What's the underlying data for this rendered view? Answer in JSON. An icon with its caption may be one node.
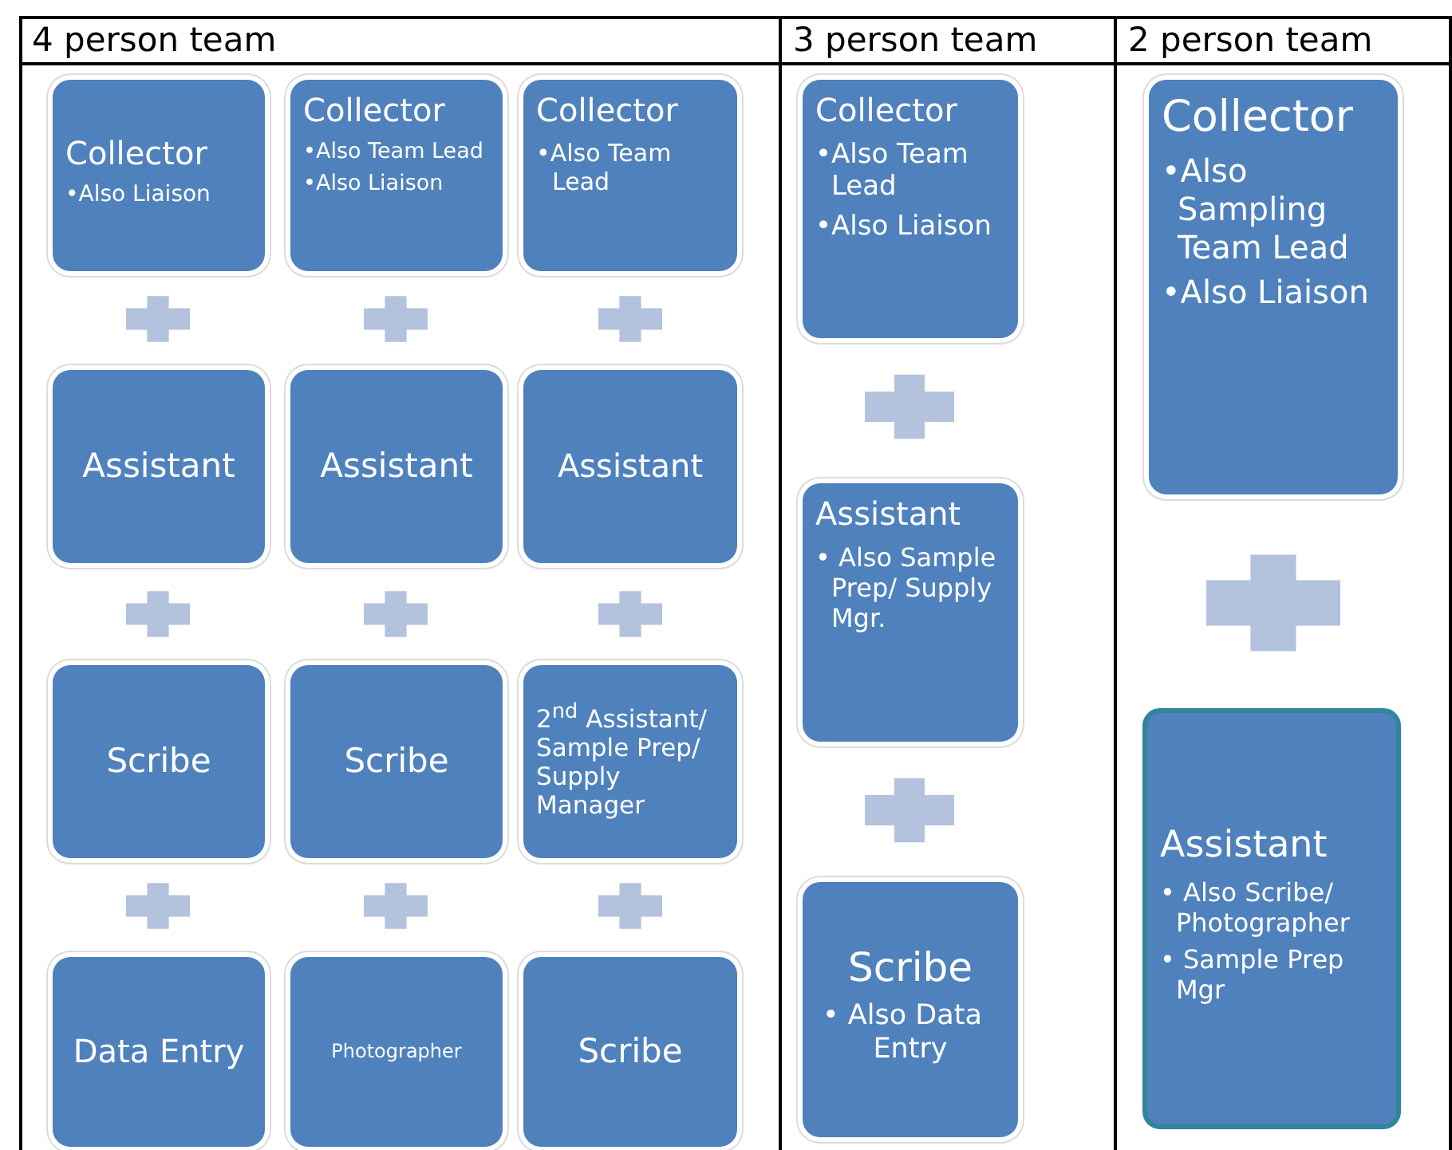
{
  "diagram": {
    "nodes": [
      {
        "text": [
          "Collector",
          "•Also Liaison"
        ]
      },
      {
        "text": [
          "Collector",
          "•Also Team Lead",
          "•Also Liaison"
        ]
      },
      {
        "text": [
          "Collector",
          "•Also Team Lead"
        ]
      },
      {
        "text": [
          "Assistant"
        ]
      },
      {
        "text": [
          "Assistant"
        ]
      },
      {
        "text": [
          "Assistant"
        ]
      },
      {
        "text": [
          "Scribe"
        ]
      },
      {
        "text": [
          "Scribe"
        ]
      },
      {
        "text": [
          "2$^{nd}$ Assistant/ Sample Prep/ Supply Manager"
        ]
      },
      {
        "text": [
          "Data Entry"
        ]
      },
      {
        "text": [
          "Photographer"
        ]
      },
      {
        "text": [
          "Scribe"
        ]
      },
      {
        "text": [
          "Collector",
          "•Also Team Lead",
          "•Also Liaison"
        ]
      },
      {
        "text": [
          "Assistant",
          "• Also Sample Prep/ Supply Mgr."
        ]
      },
      {
        "text": [
          "Scribe",
          "• Also Data Entry"
        ]
      },
      {
        "text": [
          "Collector",
          "•Also Sampling Team Lead",
          "•Also Liaison"
        ]
      },
      {
        "text": [
          "Assistant",
          "• Also Scribe/ Photographer",
          "• Sample Prep Mgr"
        ]
      }
    ],
    "labels": [
      "4 person team",
      "3 person team",
      "2 person team"
    ]
  }
}
